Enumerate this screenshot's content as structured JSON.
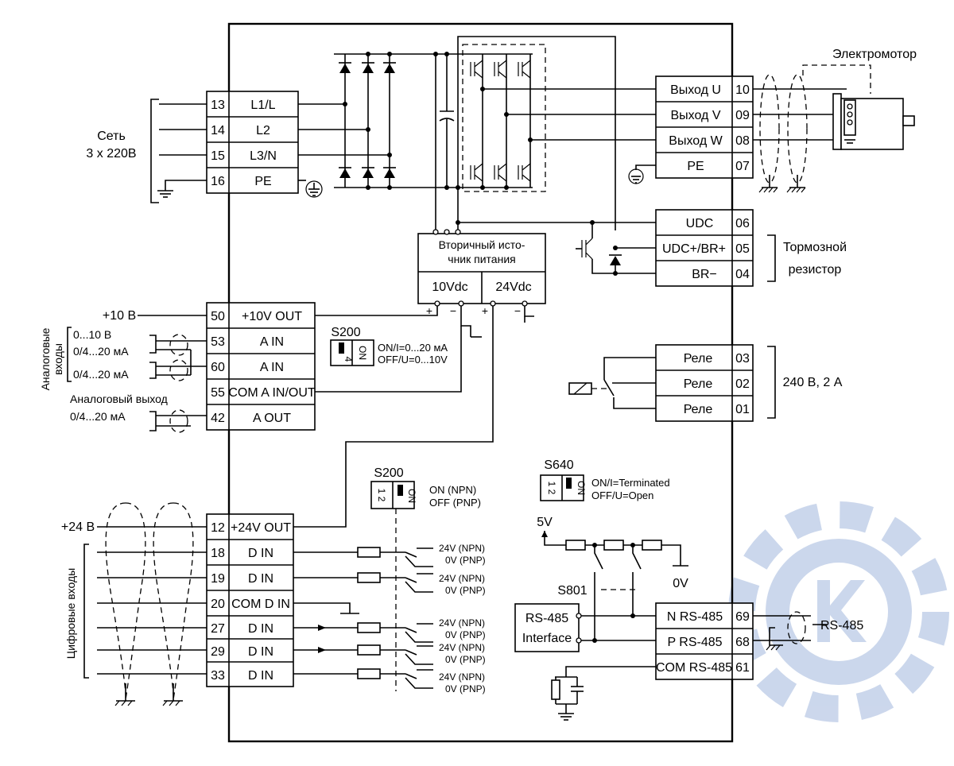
{
  "colors": {
    "line": "#000000",
    "background": "#ffffff",
    "watermark": "#c6d3ea"
  },
  "power": {
    "title": "Сеть",
    "subtitle": "3 x 220В",
    "terminals": [
      {
        "num": "13",
        "label": "L1/L"
      },
      {
        "num": "14",
        "label": "L2"
      },
      {
        "num": "15",
        "label": "L3/N"
      },
      {
        "num": "16",
        "label": "PE"
      }
    ]
  },
  "motor": {
    "title": "Электромотор",
    "terminals": [
      {
        "label": "Выход U",
        "num": "10"
      },
      {
        "label": "Выход V",
        "num": "09"
      },
      {
        "label": "Выход W",
        "num": "08"
      },
      {
        "label": "PE",
        "num": "07"
      }
    ]
  },
  "brake": {
    "title_line1": "Тормозной",
    "title_line2": "резистор",
    "terminals": [
      {
        "label": "UDC",
        "num": "06"
      },
      {
        "label": "UDC+/BR+",
        "num": "05"
      },
      {
        "label": "BR−",
        "num": "04"
      }
    ]
  },
  "supply": {
    "title_line1": "Вторичный исто-",
    "title_line2": "чник питания",
    "out1": "10Vdc",
    "out2": "24Vdc",
    "plus": "+",
    "minus": "−"
  },
  "analog": {
    "plus10_label": "+10 В",
    "group_label_line1": "Аналоговые",
    "group_label_line2": "входы",
    "range1": "0...10 В",
    "range2": "0/4...20 мА",
    "range3": "0/4...20 мА",
    "out_label": "Аналоговый выход",
    "out_range": "0/4...20 мА",
    "terminals": [
      {
        "num": "50",
        "label": "+10V OUT"
      },
      {
        "num": "53",
        "label": "A IN"
      },
      {
        "num": "60",
        "label": "A IN"
      },
      {
        "num": "55",
        "label": "COM A IN/OUT"
      },
      {
        "num": "42",
        "label": "A OUT"
      }
    ],
    "switch": {
      "name": "S200",
      "on": "ON",
      "num": "4",
      "line1": "ON/I=0...20 мА",
      "line2": "OFF/U=0...10V"
    }
  },
  "relay": {
    "rating": "240 В, 2 А",
    "terminals": [
      {
        "label": "Реле",
        "num": "03"
      },
      {
        "label": "Реле",
        "num": "02"
      },
      {
        "label": "Реле",
        "num": "01"
      }
    ]
  },
  "digital": {
    "plus24_label": "+24 В",
    "group_label": "Цифровые входы",
    "switch": {
      "name": "S200",
      "on": "ON",
      "num": "1 2",
      "line1": "ON  (NPN)",
      "line2": "OFF  (PNP)"
    },
    "npn": "24V (NPN)",
    "pnp": "0V (PNP)",
    "terminals": [
      {
        "num": "12",
        "label": "+24V OUT"
      },
      {
        "num": "18",
        "label": "D IN"
      },
      {
        "num": "19",
        "label": "D IN"
      },
      {
        "num": "20",
        "label": "COM D IN"
      },
      {
        "num": "27",
        "label": "D IN"
      },
      {
        "num": "29",
        "label": "D IN"
      },
      {
        "num": "33",
        "label": "D IN"
      }
    ]
  },
  "rs485": {
    "switch": {
      "name": "S640",
      "on": "ON",
      "num": "1 2",
      "line1": "ON/I=Terminated",
      "line2": "OFF/U=Open"
    },
    "v5": "5V",
    "v0": "0V",
    "s801": "S801",
    "iface_line1": "RS-485",
    "iface_line2": "Interface",
    "bus_label": "RS-485",
    "terminals": [
      {
        "label": "N RS-485",
        "num": "69"
      },
      {
        "label": "P RS-485",
        "num": "68"
      },
      {
        "label": "COM RS-485",
        "num": "61"
      }
    ]
  }
}
